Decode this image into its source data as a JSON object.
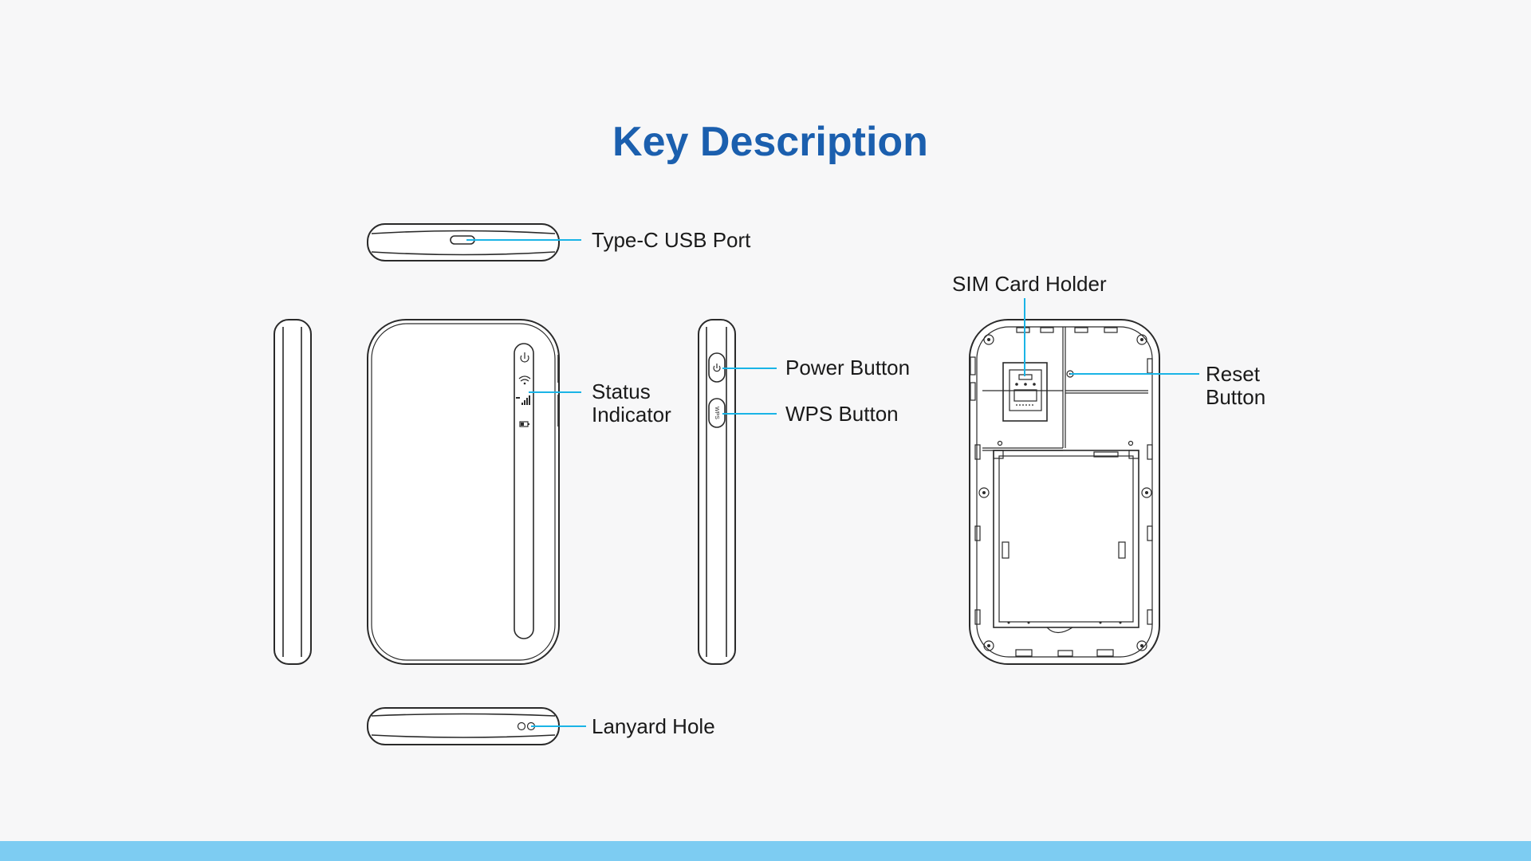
{
  "title": "Key Description",
  "labels": {
    "usb_port": "Type-C USB Port",
    "status_1": "Status",
    "status_2": "Indicator",
    "power": "Power Button",
    "wps": "WPS Button",
    "lanyard": "Lanyard Hole",
    "sim": "SIM Card Holder",
    "reset_1": "Reset",
    "reset_2": "Button",
    "wps_icon": "WPS"
  },
  "colors": {
    "title": "#1b5fae",
    "callout": "#1ab4e6",
    "outline": "#2a2a2a",
    "band": "#7dccf2",
    "background": "#f7f7f8"
  },
  "icons": [
    "power-icon",
    "wifi-icon",
    "signal-icon",
    "battery-icon"
  ]
}
